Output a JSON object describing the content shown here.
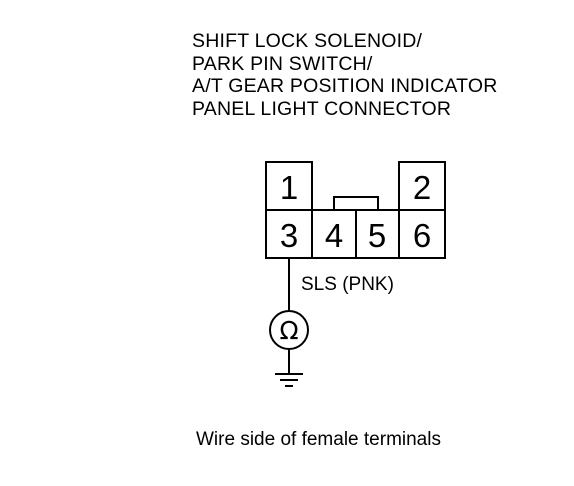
{
  "title_lines": [
    "SHIFT LOCK SOLENOID/",
    "PARK PIN SWITCH/",
    "A/T GEAR POSITION INDICATOR",
    "PANEL LIGHT CONNECTOR"
  ],
  "connector": {
    "pins": {
      "p1": "1",
      "p2": "2",
      "p3": "3",
      "p4": "4",
      "p5": "5",
      "p6": "6"
    }
  },
  "wire_label": "SLS (PNK)",
  "meter_symbol": "Ω",
  "caption": "Wire side of female terminals",
  "colors": {
    "line": "#000000",
    "background": "#ffffff"
  }
}
